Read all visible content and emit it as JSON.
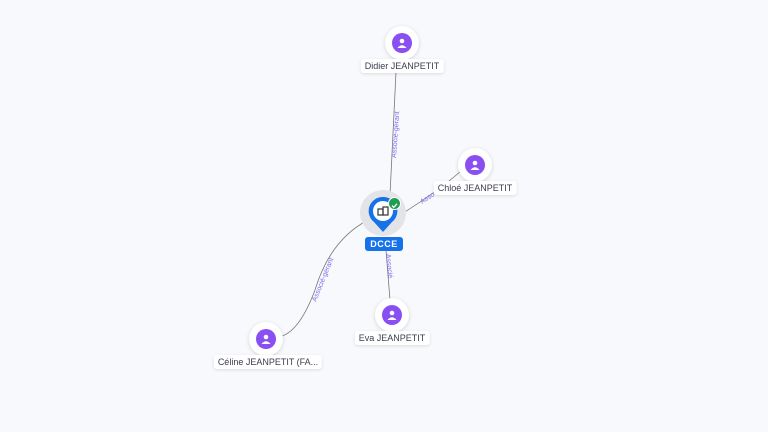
{
  "company": {
    "name": "DCCE",
    "icon": "building-icon",
    "status": "verified-check-icon",
    "accent": "#1672e8"
  },
  "people": [
    {
      "name": "Didier JEANPETIT",
      "relation": "Associé-gérant"
    },
    {
      "name": "Chloé JEANPETIT",
      "relation": "Asso"
    },
    {
      "name": "Eva JEANPETIT",
      "relation": "Associé"
    },
    {
      "name": "Céline JEANPETIT (FA...",
      "relation": "Associé-gérant"
    }
  ],
  "colors": {
    "person": "#8a4ff0",
    "edge_label": "#7b6cf0"
  }
}
